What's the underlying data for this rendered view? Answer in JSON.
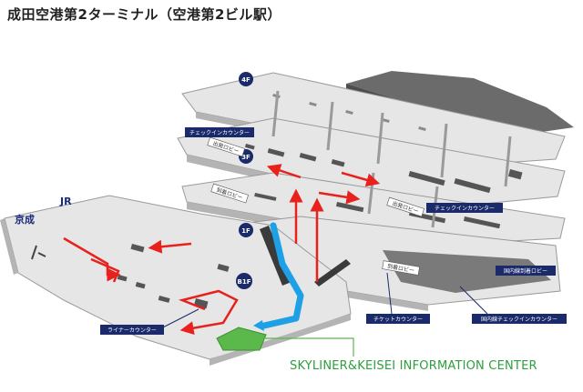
{
  "title": "成田空港第2ターミナル（空港第2ビル駅）",
  "floors": {
    "f4": "4F",
    "f3": "3F",
    "f1": "1F",
    "b1f": "B1F"
  },
  "rail": {
    "jr": "JR",
    "keisei": "京成"
  },
  "labels": {
    "checkin_4f": "チェックインカウンター",
    "checkin_3f": "チェックインカウンター",
    "departure_lobby_a": "出発ロビー",
    "departure_lobby_b": "出発ロビー",
    "arrival_lobby_a": "到着ロビー",
    "arrival_lobby_b": "到着ロビー",
    "liner_counter": "ライナーカウンター",
    "ticket_counter": "チケットカウンター",
    "domestic_arrival_lobby": "国内線到着ロビー",
    "domestic_checkin": "国内線チェックインカウンター"
  },
  "info_center": "SKYLINER&KEISEI INFORMATION CENTER",
  "colors": {
    "floor_fill": "#e6e6e6",
    "floor_edge": "#9a9a9a",
    "dark_gray": "#6b6b6b",
    "route_red": "#e8211d",
    "route_blue": "#1ea0e6",
    "label_navy": "#1a2a6b",
    "floor_badge": "#1a2a6b",
    "center_green": "#5ab94a"
  }
}
